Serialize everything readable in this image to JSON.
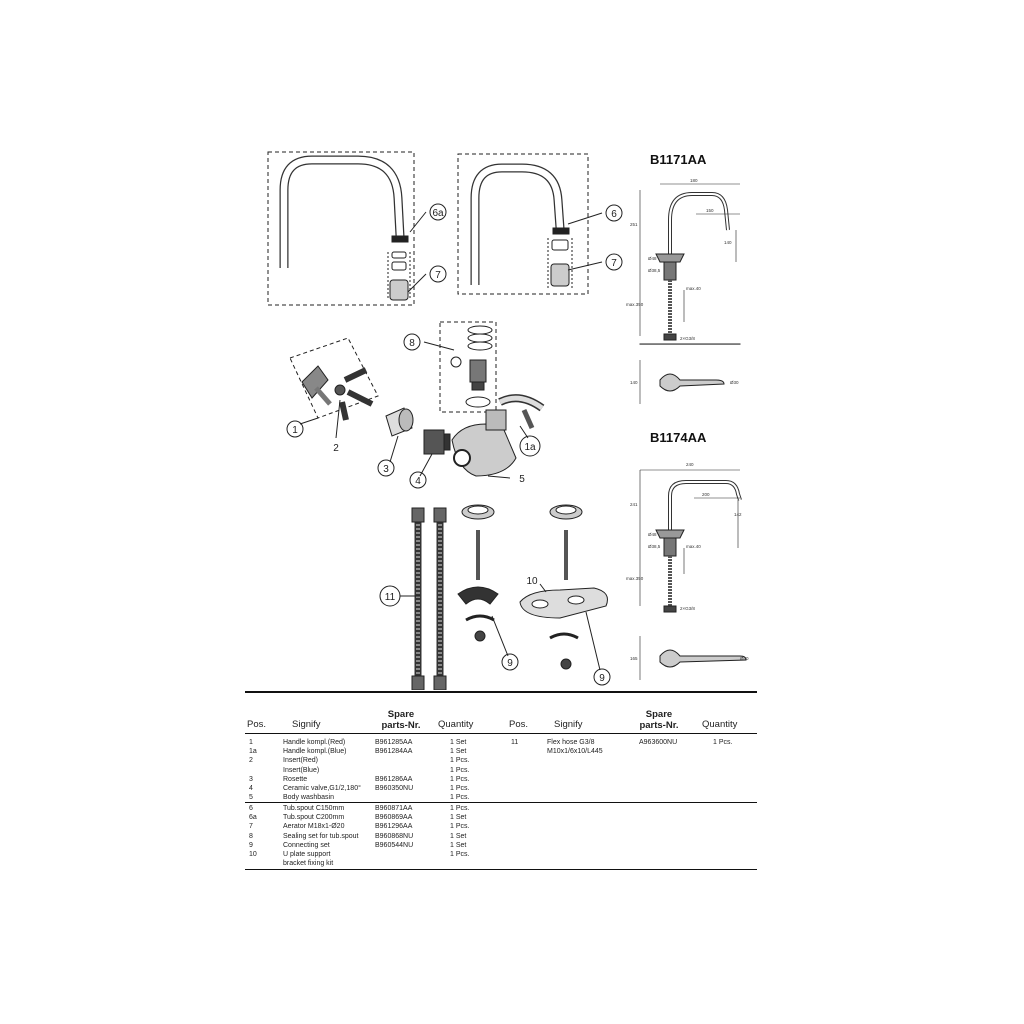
{
  "models": [
    {
      "code": "B1171AA",
      "dims": [
        "180",
        "150",
        "251",
        "140",
        "Ø48",
        "Ø38,5",
        "max.350",
        "max.40",
        "2×G3/8",
        "140",
        "Ø30"
      ]
    },
    {
      "code": "B1174AA",
      "dims": [
        "240",
        "200",
        "241",
        "142",
        "Ø48",
        "Ø38,5",
        "max.40",
        "max.350",
        "2×G3/8",
        "165",
        "Ø30"
      ]
    }
  ],
  "callouts": [
    "6a",
    "7",
    "6",
    "7",
    "8",
    "1",
    "2",
    "3",
    "4",
    "1a",
    "5",
    "11",
    "10",
    "9",
    "9"
  ],
  "table": {
    "left": {
      "headers": {
        "pos": "Pos.",
        "signify": "Signify",
        "spare_line1": "Spare",
        "spare_line2": "parts-Nr.",
        "quantity": "Quantity"
      },
      "group1": {
        "pos": [
          "1",
          "1a",
          "2",
          "",
          "3",
          "4",
          "5"
        ],
        "signify": [
          "Handle kompl.(Red)",
          "Handle kompl.(Blue)",
          "Insert(Red)",
          "Insert(Blue)",
          "Rosette",
          "Ceramic valve,G1/2,180°",
          "Body washbasin"
        ],
        "spare": [
          "B961285AA",
          "B961284AA",
          "",
          "",
          "B961286AA",
          "B960350NU",
          ""
        ],
        "qty": [
          "1 Set",
          "1 Set",
          "1 Pcs.",
          "1 Pcs.",
          "1 Pcs.",
          "1 Pcs.",
          "1 Pcs."
        ]
      },
      "group2": {
        "pos": [
          "6",
          "6a",
          "7",
          "8",
          "9",
          "10",
          ""
        ],
        "signify": [
          "Tub.spout C150mm",
          "Tub.spout C200mm",
          "Aerator M18x1-Ø20",
          "Sealing set for tub.spout",
          "Connecting set",
          "U plate support",
          "bracket fixing kit"
        ],
        "spare": [
          "B960871AA",
          "B960869AA",
          "B961296AA",
          "B960868NU",
          "B960544NU",
          "",
          ""
        ],
        "qty": [
          "1 Pcs.",
          "1 Set",
          "1 Pcs.",
          "1 Set",
          "1 Set",
          "1 Pcs.",
          ""
        ]
      }
    },
    "right": {
      "headers": {
        "pos": "Pos.",
        "signify": "Signify",
        "spare_line1": "Spare",
        "spare_line2": "parts-Nr.",
        "quantity": "Quantity"
      },
      "rows": {
        "pos": [
          "11"
        ],
        "signify": [
          "Flex hose G3/8",
          "M10x1/6x10/L445"
        ],
        "spare": [
          "A963600NU"
        ],
        "qty": [
          "1 Pcs."
        ]
      }
    }
  }
}
